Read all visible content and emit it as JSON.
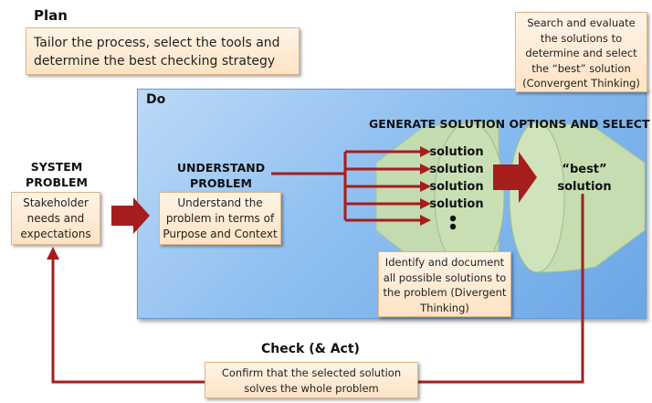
{
  "plan": {
    "heading": "Plan",
    "text_line1": "Tailor the process, select the tools and",
    "text_line2": "determine the best checking strategy"
  },
  "do_panel": {
    "heading": "Do"
  },
  "system_problem": {
    "heading_line1": "SYSTEM",
    "heading_line2": "PROBLEM",
    "text_line1": "Stakeholder",
    "text_line2": "needs and",
    "text_line3": "expectations"
  },
  "understand": {
    "heading_line1": "UNDERSTAND",
    "heading_line2": "PROBLEM",
    "text_line1": "Understand the",
    "text_line2": "problem in terms of",
    "text_line3": "Purpose and Context"
  },
  "generate": {
    "heading": "GENERATE SOLUTION OPTIONS AND SELECT",
    "solutions": [
      "solution",
      "solution",
      "solution",
      "solution"
    ],
    "best_line1": "“best”",
    "best_line2": "solution"
  },
  "search_note": {
    "line1": "Search and evaluate",
    "line2": "the solutions to",
    "line3": "determine and select",
    "line4": "the “best” solution",
    "line5": "(Convergent Thinking)"
  },
  "identify_note": {
    "line1": "Identify and document",
    "line2": "all possible solutions to",
    "line3": "the problem (Divergent",
    "line4": "Thinking)"
  },
  "check": {
    "heading": "Check (& Act)",
    "text_line1": "Confirm that the selected solution",
    "text_line2": "solves the whole problem"
  },
  "colors": {
    "arrow": "#a61d1d",
    "funnel": "#c5ddb0",
    "note_fill": "#fde6c9",
    "panel": "#8ebff0"
  }
}
